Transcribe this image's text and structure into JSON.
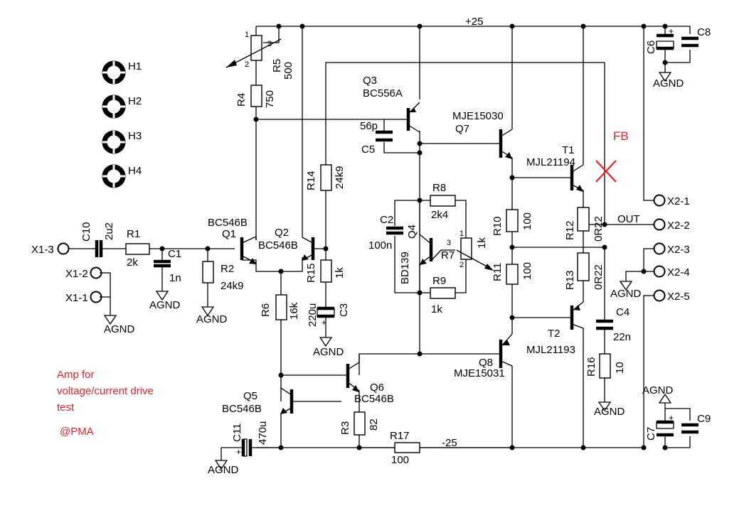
{
  "supply": {
    "pos": "+25",
    "neg": "-25"
  },
  "holes": [
    "H1",
    "H2",
    "H3",
    "H4"
  ],
  "connectors": {
    "x1_3": "X1-3",
    "x1_2": "X1-2",
    "x1_1": "X1-1",
    "x2_1": "X2-1",
    "x2_2": "X2-2",
    "x2_3": "X2-3",
    "x2_4": "X2-4",
    "x2_5": "X2-5"
  },
  "ground_label": "AGND",
  "out_label": "OUT",
  "fb_label": "FB",
  "notes": {
    "line1": "Amp for",
    "line2": "voltage/current drive",
    "line3": "test",
    "credit": "@PMA"
  },
  "pins": {
    "p1": "1",
    "p2": "2",
    "p3": "3"
  },
  "plus": "+",
  "parts": {
    "R1": {
      "ref": "R1",
      "val": "2k"
    },
    "R2": {
      "ref": "R2",
      "val": "24k9"
    },
    "R3": {
      "ref": "R3",
      "val": "82"
    },
    "R4": {
      "ref": "R4",
      "val": "750"
    },
    "R5": {
      "ref": "R5",
      "val": "500"
    },
    "R6": {
      "ref": "R6",
      "val": "16k"
    },
    "R7": {
      "ref": "R7",
      "val": "1k"
    },
    "R8": {
      "ref": "R8",
      "val": "2k4"
    },
    "R9": {
      "ref": "R9",
      "val": "1k"
    },
    "R10": {
      "ref": "R10",
      "val": "100"
    },
    "R11": {
      "ref": "R11",
      "val": "100"
    },
    "R12": {
      "ref": "R12",
      "val": "0R22"
    },
    "R13": {
      "ref": "R13",
      "val": "0R22"
    },
    "R14": {
      "ref": "R14",
      "val": "24k9"
    },
    "R15": {
      "ref": "R15",
      "val": "1k"
    },
    "R16": {
      "ref": "R16",
      "val": "10"
    },
    "R17": {
      "ref": "R17",
      "val": "100"
    },
    "C1": {
      "ref": "C1",
      "val": "1n"
    },
    "C2": {
      "ref": "C2",
      "val": "100n"
    },
    "C3": {
      "ref": "C3",
      "val": "220u"
    },
    "C4": {
      "ref": "C4",
      "val": "22n"
    },
    "C5": {
      "ref": "C5",
      "val": "56p"
    },
    "C6": {
      "ref": "C6",
      "val": ""
    },
    "C7": {
      "ref": "C7",
      "val": ""
    },
    "C8": {
      "ref": "C8",
      "val": ""
    },
    "C9": {
      "ref": "C9",
      "val": ""
    },
    "C10": {
      "ref": "C10",
      "val": "2u2"
    },
    "C11": {
      "ref": "C11",
      "val": "470u"
    },
    "Q1": {
      "ref": "Q1",
      "val": "BC546B"
    },
    "Q2": {
      "ref": "Q2",
      "val": "BC546B"
    },
    "Q3": {
      "ref": "Q3",
      "val": "BC556A"
    },
    "Q4": {
      "ref": "Q4",
      "val": "BD139"
    },
    "Q5": {
      "ref": "Q5",
      "val": "BC546B"
    },
    "Q6": {
      "ref": "Q6",
      "val": "BC546B"
    },
    "Q7": {
      "ref": "Q7",
      "val": "MJE15030"
    },
    "Q8": {
      "ref": "Q8",
      "val": "MJE15031"
    },
    "T1": {
      "ref": "T1",
      "val": "MJL21194"
    },
    "T2": {
      "ref": "T2",
      "val": "MJL21193"
    }
  }
}
